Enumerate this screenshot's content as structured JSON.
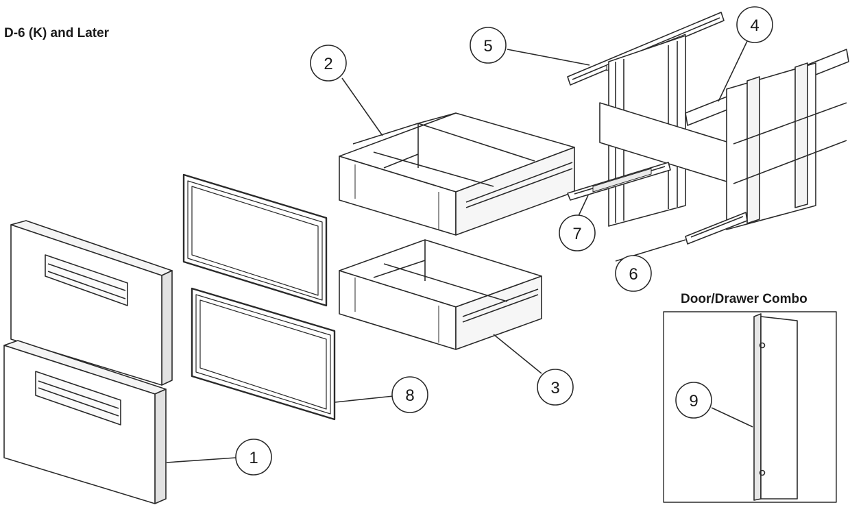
{
  "title": "D-6 (K) and Later",
  "inset": {
    "title": "Door/Drawer Combo"
  },
  "callouts": [
    {
      "id": "1",
      "label": "1"
    },
    {
      "id": "2",
      "label": "2"
    },
    {
      "id": "3",
      "label": "3"
    },
    {
      "id": "4",
      "label": "4"
    },
    {
      "id": "5",
      "label": "5"
    },
    {
      "id": "6",
      "label": "6"
    },
    {
      "id": "7",
      "label": "7"
    },
    {
      "id": "8",
      "label": "8"
    },
    {
      "id": "9",
      "label": "9"
    }
  ],
  "colors": {
    "line": "#2a2a2a",
    "fill": "#ffffff",
    "shade": "#f0f0f0"
  }
}
